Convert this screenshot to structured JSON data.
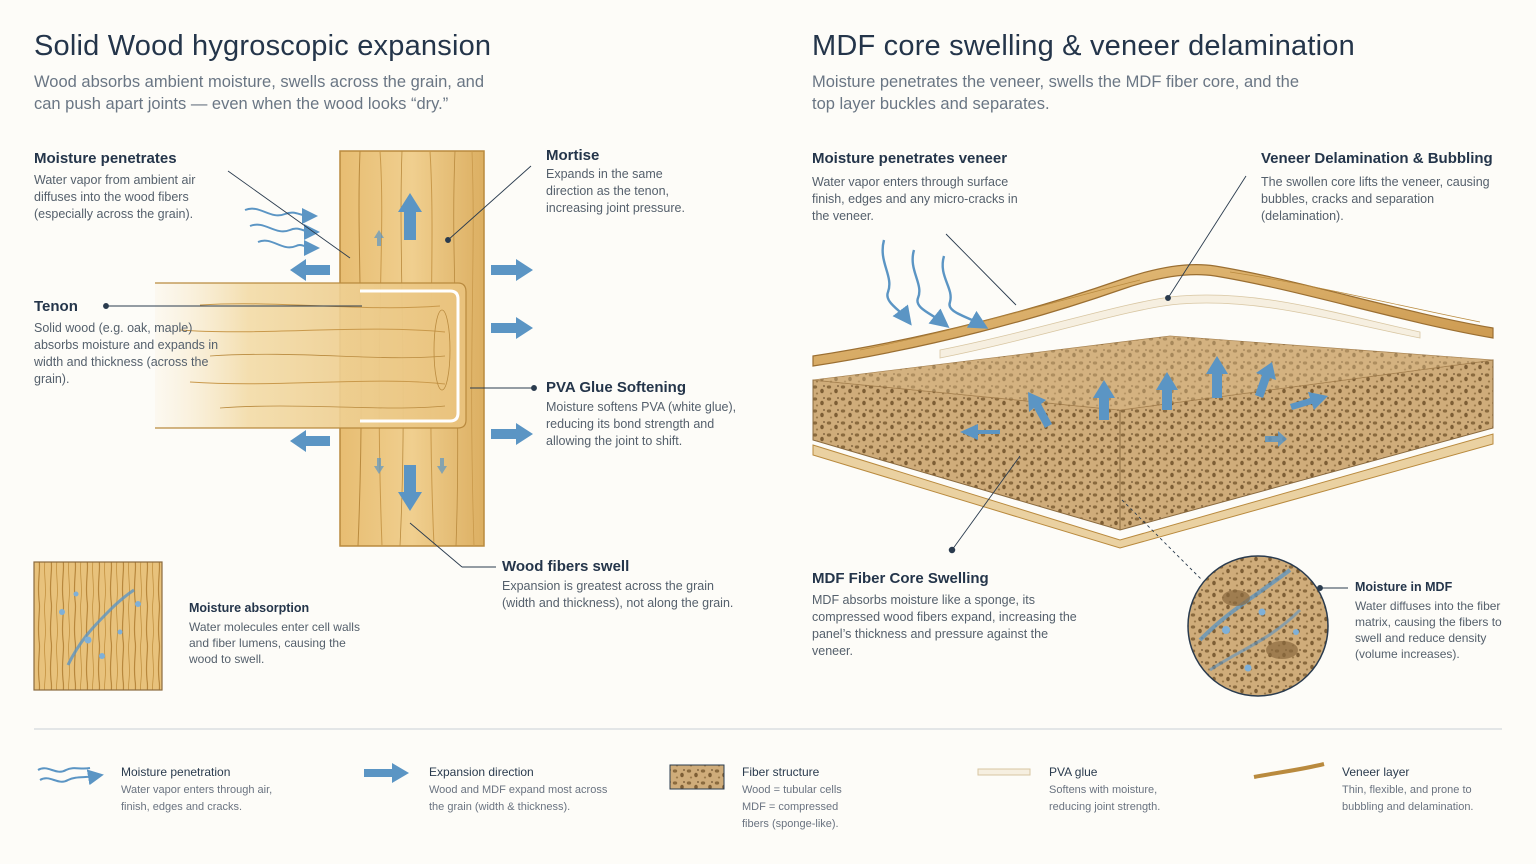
{
  "left": {
    "title": "Solid Wood hygroscopic expansion",
    "subtitle": "Wood absorbs ambient moisture, swells across the grain, and can push apart joints — even when the wood looks “dry.”",
    "moisture": {
      "label": "Moisture penetrates",
      "desc": "Water vapor from ambient air diffuses into the wood fibers (especially across the grain)."
    },
    "tenon": {
      "label": "Tenon",
      "desc": "Solid wood (e.g. oak, maple) absorbs moisture and expands in width and thickness (across the grain)."
    },
    "mortise": {
      "label": "Mortise",
      "desc": "Expands in the same direction as the tenon, increasing joint pressure."
    },
    "pva": {
      "label": "PVA Glue Softening",
      "desc": "Moisture softens PVA (white glue), reducing its bond strength and allowing the joint to shift."
    },
    "fibers": {
      "label": "Wood fibers swell",
      "desc": "Expansion is greatest across the grain (width and thickness), not along the grain."
    },
    "absorption": {
      "label": "Moisture absorption",
      "desc": "Water molecules enter cell walls and fiber lumens, causing the wood to swell."
    }
  },
  "right": {
    "title": "MDF core swelling & veneer delamination",
    "subtitle": "Moisture penetrates the veneer, swells the MDF fiber core, and the top layer buckles and separates.",
    "veneer_moisture": {
      "label": "Moisture penetrates veneer",
      "desc": "Water vapor enters through surface finish, edges and any micro-cracks in the veneer."
    },
    "delamination": {
      "label": "Veneer Delamination & Bubbling",
      "desc": "The swollen core lifts the veneer, causing bubbles, cracks and separation (delamination)."
    },
    "core": {
      "label": "MDF Fiber Core Swelling",
      "desc": "MDF absorbs moisture like a sponge, its compressed wood fibers expand, increasing the panel’s thickness and pressure against the veneer."
    },
    "mdf_moisture": {
      "label": "Moisture in MDF",
      "desc": "Water diffuses into the fiber matrix, causing the fibers to swell and reduce density (volume increases)."
    }
  },
  "legend": [
    {
      "icon": "moisture-wave-icon",
      "title": "Moisture penetration",
      "desc": "Water vapor enters through air, finish, edges and cracks."
    },
    {
      "icon": "expansion-arrow-icon",
      "title": "Expansion direction",
      "desc": "Wood and MDF expand most across the grain (width & thickness)."
    },
    {
      "icon": "fiber-structure-icon",
      "title": "Fiber structure",
      "desc": "Wood = tubular cells MDF = compressed fibers (sponge-like)."
    },
    {
      "icon": "pva-glue-icon",
      "title": "PVA glue",
      "desc": "Softens with moisture, reducing joint strength."
    },
    {
      "icon": "veneer-layer-icon",
      "title": "Veneer layer",
      "desc": "Thin, flexible, and prone to bubbling and delamination."
    }
  ],
  "colors": {
    "wood_light": "#f2d9a2",
    "wood": "#e3b96b",
    "wood_dark": "#b98a3e",
    "mdf": "#c9a877",
    "arrow_blue": "#5b95c4",
    "text_dark": "#24354a",
    "text_muted": "#6a7684"
  }
}
